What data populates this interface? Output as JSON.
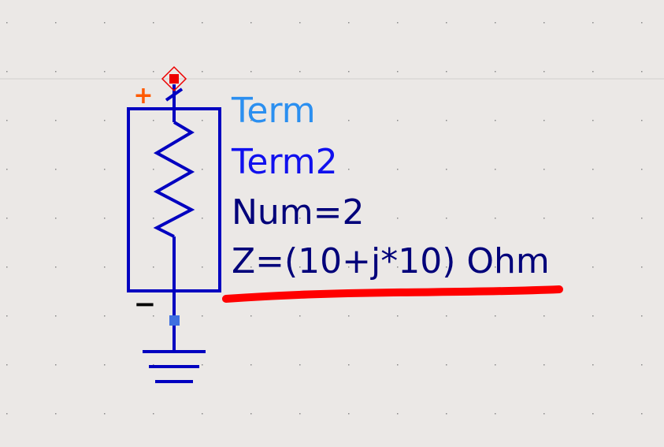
{
  "component": {
    "kind_label": "Term",
    "instance_name": "Term2",
    "num_param": "Num=2",
    "impedance_param": "Z=(10+j*10) Ohm",
    "plus_sign": "+",
    "minus_sign": "−"
  },
  "colors": {
    "background": "#ebe8e6",
    "grid_dot": "#8a8a8a",
    "symbol_blue": "#0000c0",
    "kind_label": "#2b8ff0",
    "instance_label": "#1010ee",
    "param_label": "#00007a",
    "plus_marker": "#ff5a00",
    "pin_red": "#ee0000",
    "pin_ground": "#3f6fe0",
    "highlight_stroke": "#ff0000",
    "guide_line": "#d2cfcd"
  }
}
